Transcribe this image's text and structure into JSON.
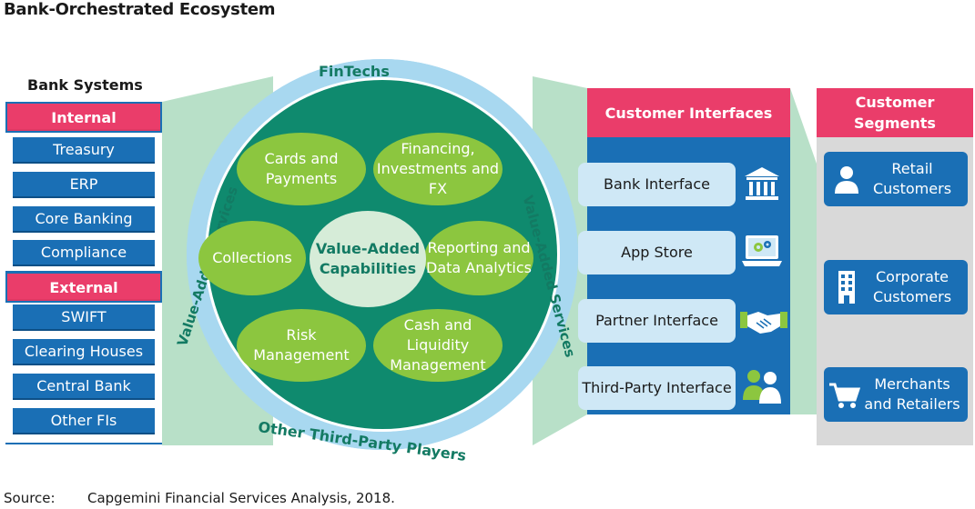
{
  "title": "Bank-Orchestrated Ecosystem",
  "source": {
    "label": "Source:",
    "text": "Capgemini Financial Services Analysis, 2018."
  },
  "bank_systems": {
    "title": "Bank Systems",
    "internal": {
      "label": "Internal",
      "items": [
        "Treasury",
        "ERP",
        "Core Banking",
        "Compliance"
      ]
    },
    "external": {
      "label": "External",
      "items": [
        "SWIFT",
        "Clearing Houses",
        "Central Bank",
        "Other FIs"
      ]
    }
  },
  "ecosystem": {
    "outer_ring": {
      "top": "FinTechs",
      "bottom": "Other Third-Party Players",
      "left": "Value-Added Services",
      "right": "Value-Added Services"
    },
    "center": "Value-Added Capabilities",
    "capabilities": [
      "Cards and Payments",
      "Financing, Investments and FX",
      "Collections",
      "Reporting and Data Analytics",
      "Risk Management",
      "Cash and Liquidity Management"
    ]
  },
  "customer_interfaces": {
    "title": "Customer Interfaces",
    "items": [
      {
        "label": "Bank Interface",
        "icon": "bank-building-icon"
      },
      {
        "label": "App Store",
        "icon": "laptop-gears-icon"
      },
      {
        "label": "Partner Interface",
        "icon": "handshake-icon"
      },
      {
        "label": "Third-Party Interface",
        "icon": "people-icon"
      }
    ]
  },
  "customer_segments": {
    "title": "Customer Segments",
    "items": [
      {
        "label": "Retail Customers",
        "icon": "person-icon"
      },
      {
        "label": "Corporate Customers",
        "icon": "office-building-icon"
      },
      {
        "label": "Merchants and Retailers",
        "icon": "shopping-cart-icon"
      }
    ]
  },
  "colors": {
    "blue": "#1a6fb5",
    "pink": "#ea3d6a",
    "dark_green": "#0f8a6e",
    "light_green": "#8cc63f",
    "ring_blue": "#a8d8f0",
    "connector_green": "#b8e0c8",
    "segment_gray": "#d9d9d9"
  }
}
